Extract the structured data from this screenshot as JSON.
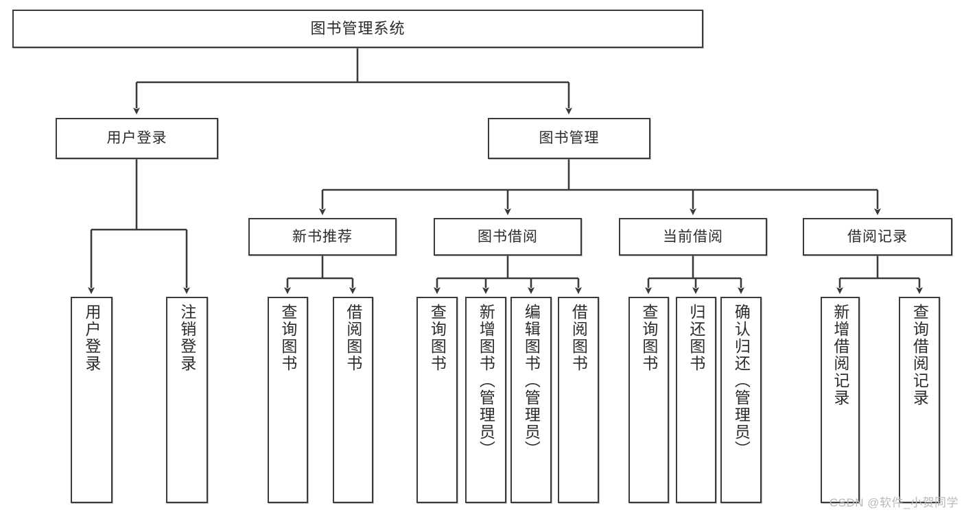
{
  "diagram": {
    "type": "tree-hierarchy",
    "title": "图书管理系统",
    "background_color": "#ffffff",
    "node_border_color": "#3a3a3a",
    "node_fill_color": "#ffffff",
    "text_color": "#2b2b2b",
    "connector_color": "#3a3a3a"
  },
  "nodes": {
    "root": {
      "label": "图书管理系统",
      "level": 1
    },
    "level2": [
      {
        "id": "user-login",
        "label": "用户登录"
      },
      {
        "id": "book-manage",
        "label": "图书管理"
      }
    ],
    "level3": [
      {
        "id": "new-book-recommend",
        "label": "新书推荐"
      },
      {
        "id": "book-borrow",
        "label": "图书借阅"
      },
      {
        "id": "current-borrow",
        "label": "当前借阅"
      },
      {
        "id": "borrow-record",
        "label": "借阅记录"
      }
    ],
    "leaves": {
      "user-login": [
        {
          "id": "leaf-user-login",
          "label": "用户登录"
        },
        {
          "id": "leaf-logout-login",
          "label": "注销登录"
        }
      ],
      "new-book-recommend": [
        {
          "id": "leaf-query-book-1",
          "label": "查询图书"
        },
        {
          "id": "leaf-borrow-book-1",
          "label": "借阅图书"
        }
      ],
      "book-borrow": [
        {
          "id": "leaf-query-book-2",
          "label": "查询图书"
        },
        {
          "id": "leaf-add-book",
          "label": "新增图书（管理员）"
        },
        {
          "id": "leaf-edit-book",
          "label": "编辑图书（管理员）"
        },
        {
          "id": "leaf-borrow-book-2",
          "label": "借阅图书"
        }
      ],
      "current-borrow": [
        {
          "id": "leaf-query-book-3",
          "label": "查询图书"
        },
        {
          "id": "leaf-return-book",
          "label": "归还图书"
        },
        {
          "id": "leaf-confirm-return",
          "label": "确认归还（管理员）"
        }
      ],
      "borrow-record": [
        {
          "id": "leaf-add-record",
          "label": "新增借阅记录"
        },
        {
          "id": "leaf-query-record",
          "label": "查询借阅记录"
        }
      ]
    }
  },
  "watermark": {
    "text": "CSDN @软件_小贺同学"
  }
}
